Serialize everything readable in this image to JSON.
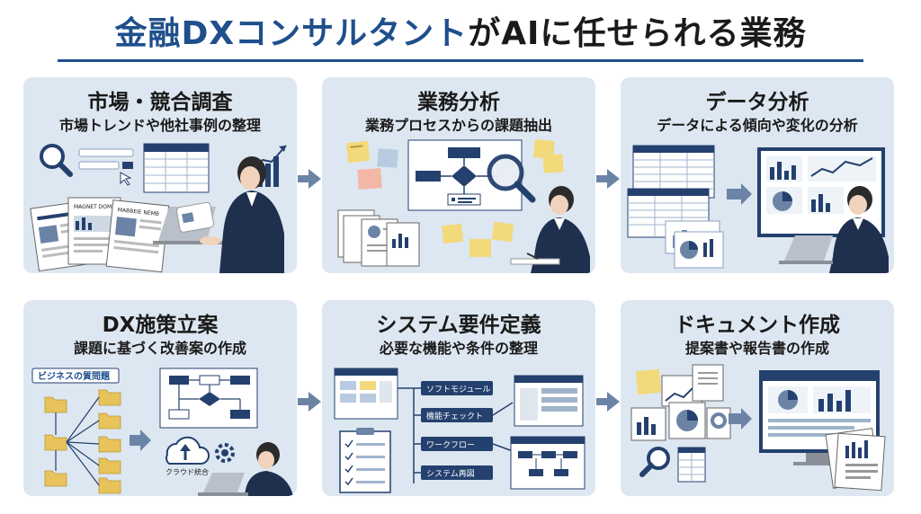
{
  "page": {
    "title_prefix": "金融DXコンサルタント",
    "title_suffix": "がAIに任せられる業務"
  },
  "cards": [
    {
      "title": "市場・競合調査",
      "subtitle": "市場トレンドや他社事例の整理",
      "doc_label_1": "MAGNET DOMNIURE",
      "doc_label_2": "MABBEIE NEMB"
    },
    {
      "title": "業務分析",
      "subtitle": "業務プロセスからの課題抽出"
    },
    {
      "title": "データ分析",
      "subtitle": "データによる傾向や変化の分析"
    },
    {
      "title": "DX施策立案",
      "subtitle": "課題に基づく改善案の作成",
      "tag_label": "ビジネスの質問題",
      "cloud_label": "クラウド統合"
    },
    {
      "title": "システム要件定義",
      "subtitle": "必要な機能や条件の整理",
      "flow_items": [
        "ソフトモジュール",
        "機能チェックト",
        "ワークフロー",
        "システム再図"
      ]
    },
    {
      "title": "ドキュメント作成",
      "subtitle": "提案書や報告書の作成"
    }
  ],
  "colors": {
    "accent": "#1f4f8c",
    "card_bg": "#dde7f1",
    "navy": "#24406e",
    "sticky": "#f2d97a",
    "arrow": "#6b84a6"
  }
}
